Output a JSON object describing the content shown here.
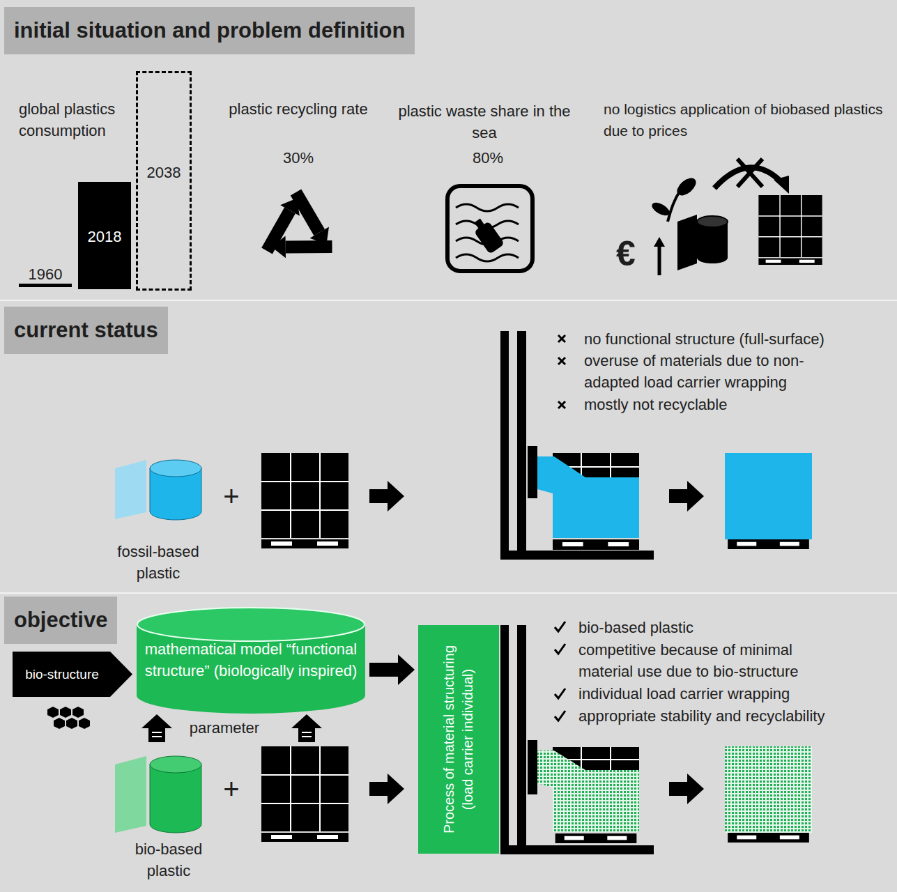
{
  "diagram": {
    "nodes": [
      {
        "text": [
          "initial situation and problem definition"
        ]
      },
      {
        "text": [
          "2018"
        ]
      },
      {
        "text": [
          "2038"
        ]
      },
      {
        "text": [
          "current status"
        ]
      },
      {
        "text": [
          "objective"
        ]
      },
      {
        "text": [
          "bio-structure"
        ]
      },
      {
        "text": [
          "mathematical model “functional structure” (biologically inspired)"
        ]
      },
      {
        "text": [
          "Process of material structuring (load carrier individual)"
        ]
      }
    ],
    "edges": [
      {
        "from": 6,
        "to": 7,
        "arrow": "to"
      }
    ],
    "labels": [
      "global plastics consumption",
      "1960",
      "plastic recycling rate",
      "30%",
      "plastic waste share in the sea",
      "80%",
      "no logistics application of biobased plastics due to prices",
      "€",
      "no functional structure (full-surface)",
      "overuse of materials due to non-adapted load carrier wrapping",
      "mostly not recyclable",
      "+",
      "fossil-based plastic",
      "bio-based plastic",
      "competitive because of minimal material use due to bio-structure",
      "individual load carrier wrapping",
      "appropriate stability and recyclability",
      "parameter",
      "+",
      "bio-based plastic"
    ]
  }
}
